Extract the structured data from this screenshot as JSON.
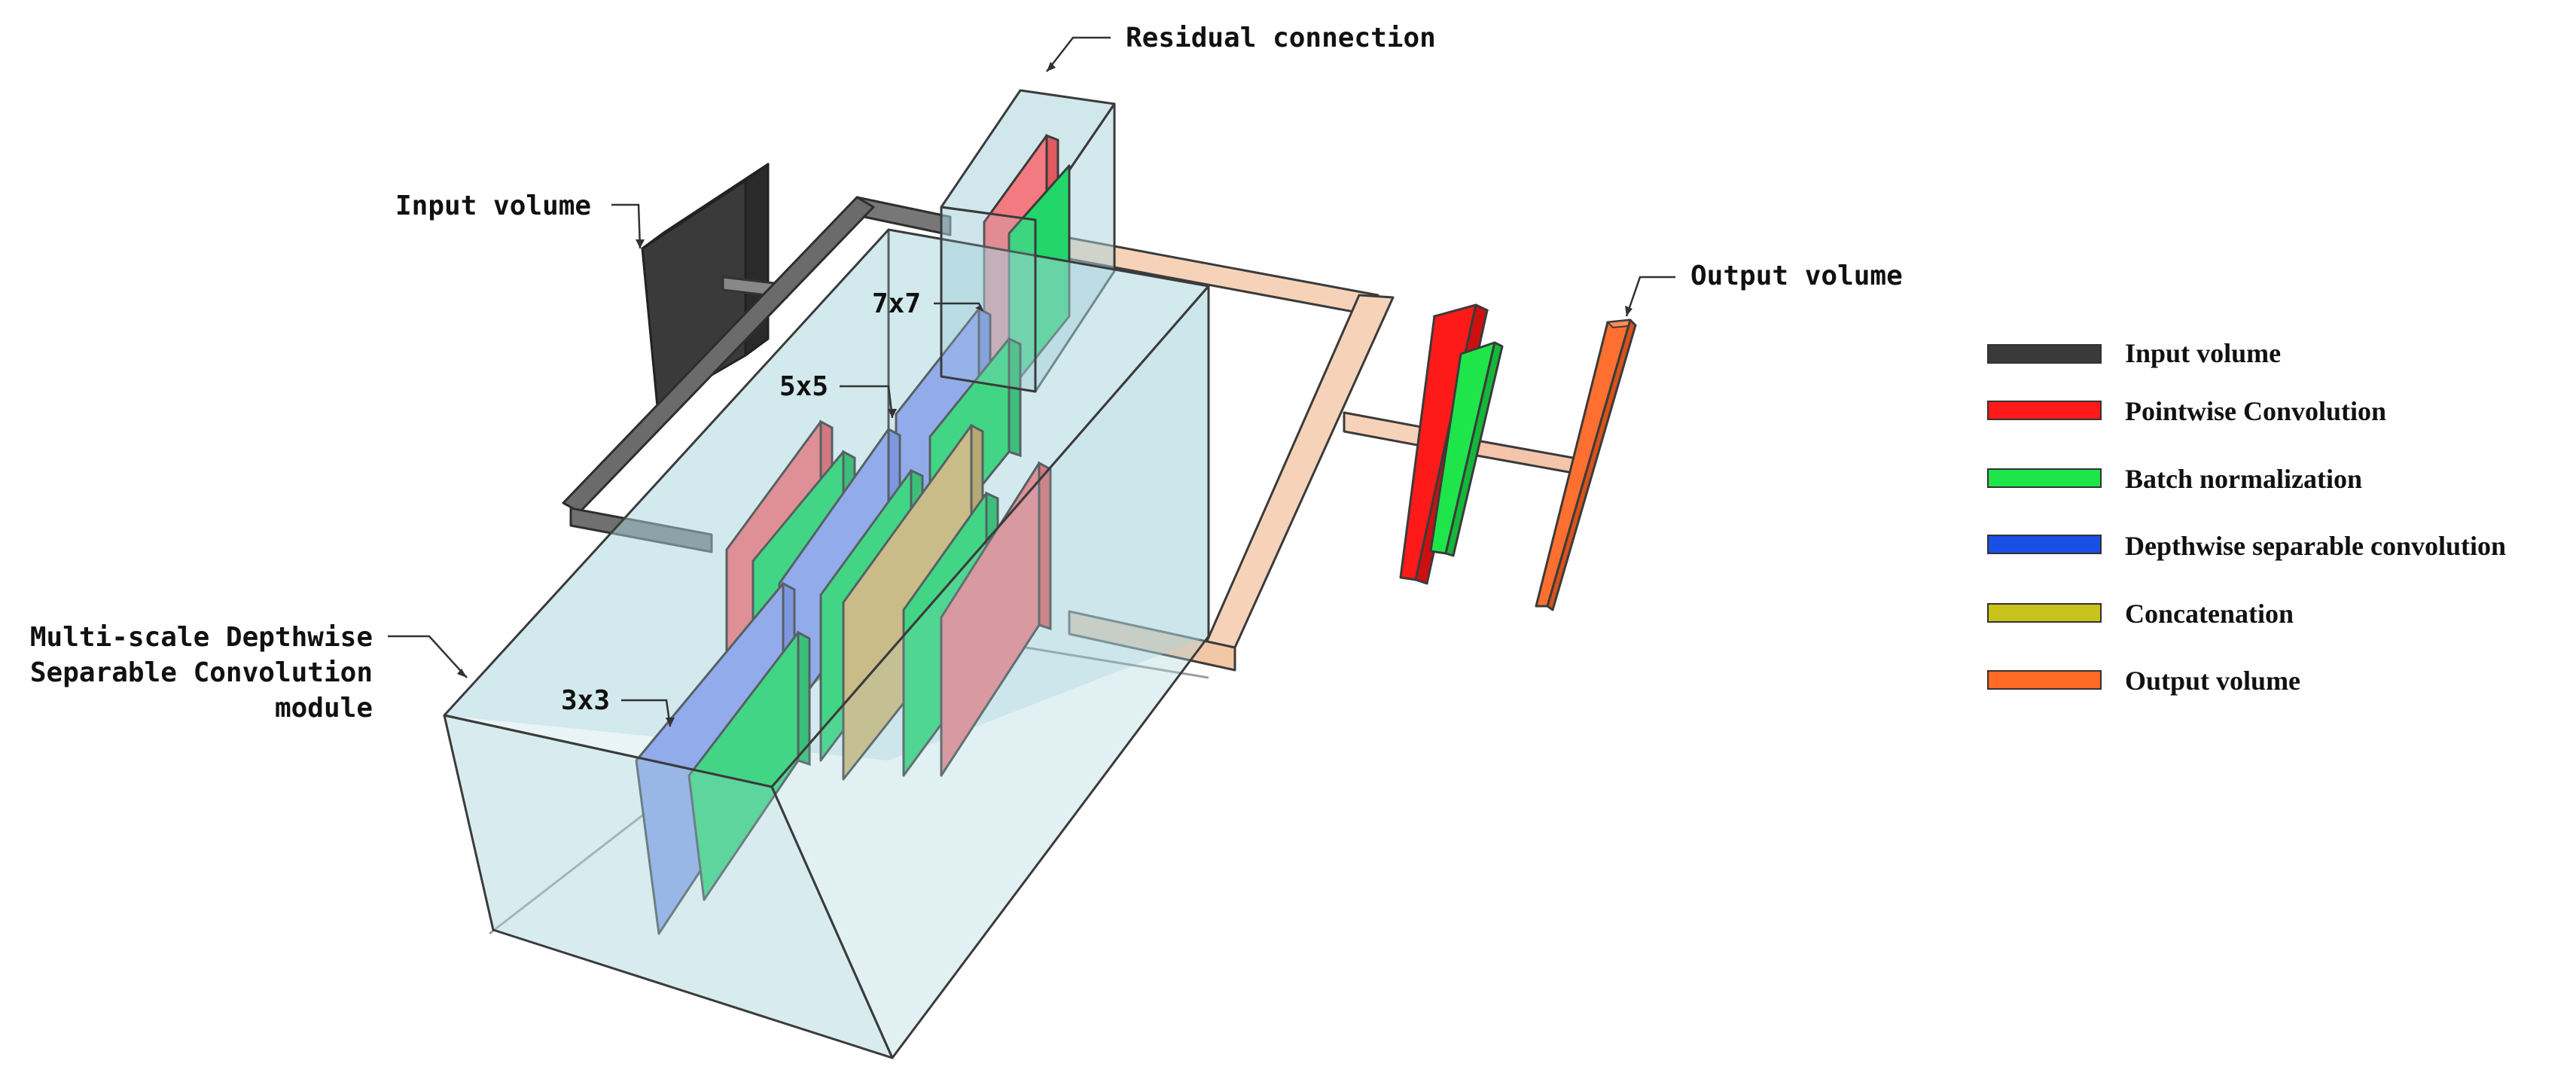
{
  "labels": {
    "residual": "Residual connection",
    "input": "Input volume",
    "output": "Output volume",
    "module": [
      "Multi-scale Depthwise",
      "Separable Convolution",
      "module"
    ],
    "k7": "7x7",
    "k5": "5x5",
    "k3": "3x3"
  },
  "legend": [
    {
      "label": "Input volume",
      "color": "#3a3a3a"
    },
    {
      "label": "Pointwise Convolution",
      "color": "#ff1a1a"
    },
    {
      "label": "Batch normalization",
      "color": "#1ee64a"
    },
    {
      "label": "Depthwise separable convolution",
      "color": "#1a4fe6"
    },
    {
      "label": "Concatenation",
      "color": "#c8c31a"
    },
    {
      "label": "Output volume",
      "color": "#ff6a24"
    }
  ],
  "colors": {
    "module_box": "#a9d4dc",
    "residual_pipe": "#f6d3b8",
    "input_pipe": "#666666",
    "depthwise": "#8b9ef0",
    "batchnorm": "#22d66a",
    "pointwise": "#f27a80",
    "concat": "#d4b56c"
  }
}
